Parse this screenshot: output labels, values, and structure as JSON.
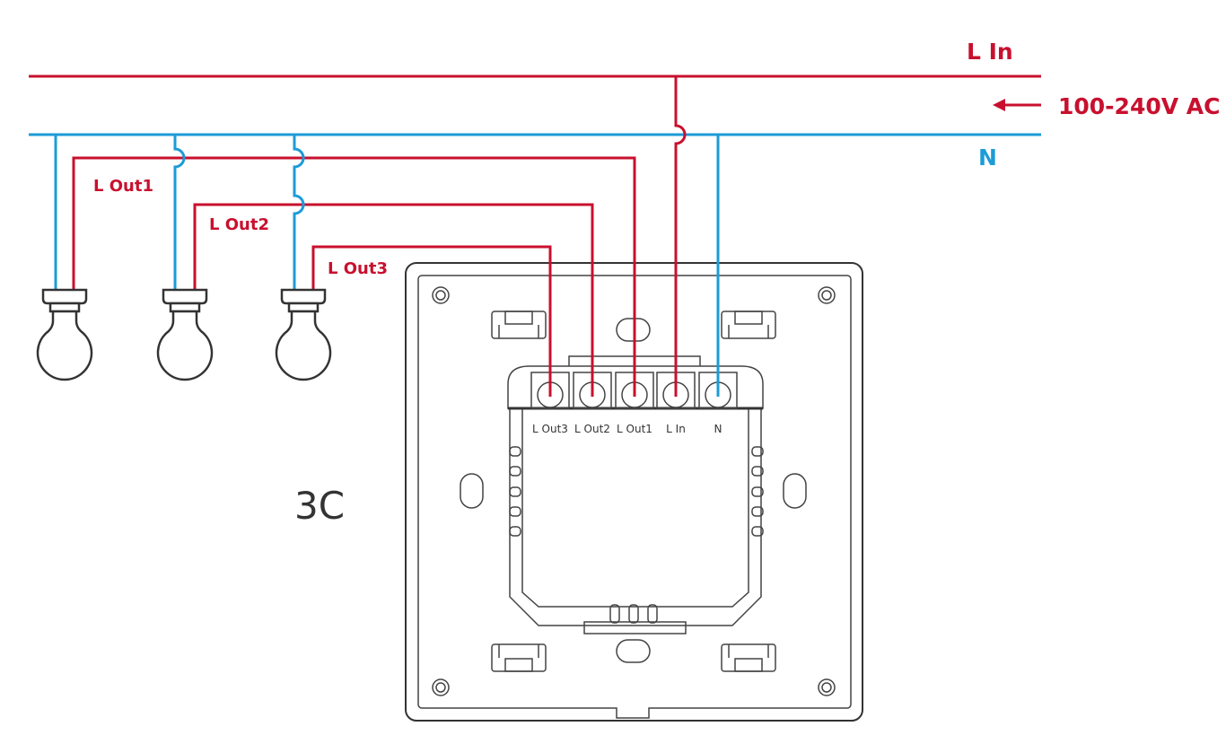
{
  "supply": {
    "line_label": "L In",
    "neutral_label": "N",
    "voltage_label": "100-240V AC"
  },
  "loads": [
    {
      "label": "L Out1"
    },
    {
      "label": "L Out2"
    },
    {
      "label": "L Out3"
    }
  ],
  "switch": {
    "model_label": "3C",
    "terminals": [
      {
        "label": "L Out3",
        "wire": "red"
      },
      {
        "label": "L Out2",
        "wire": "red"
      },
      {
        "label": "L Out1",
        "wire": "red"
      },
      {
        "label": "L In",
        "wire": "red"
      },
      {
        "label": "N",
        "wire": "blue"
      }
    ]
  },
  "colors": {
    "live": "#c8102e",
    "neutral": "#1d9bd7",
    "outline": "#333333"
  }
}
